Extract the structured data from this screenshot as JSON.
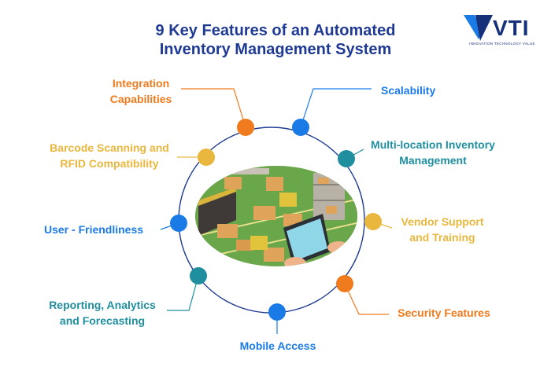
{
  "title": {
    "line1": "9 Key Features of an Automated",
    "line2": "Inventory Management System"
  },
  "logo": {
    "text": "VTI",
    "tagline": "INNOVATION TECHNOLOGY VALUE"
  },
  "colors": {
    "orange": "#f07a1e",
    "blue": "#1a7ae6",
    "teal": "#1f8f9f",
    "yellow": "#e9b73d",
    "title": "#1f3a93",
    "ring": "#1f3a93"
  },
  "features": [
    {
      "label": "Integration Capabilities",
      "line1": "Integration",
      "line2": "Capabilities",
      "color": "orange"
    },
    {
      "label": "Scalability",
      "line1": "Scalability",
      "line2": "",
      "color": "blue"
    },
    {
      "label": "Barcode Scanning and RFID Compatibility",
      "line1": "Barcode Scanning and",
      "line2": "RFID Compatibility",
      "color": "yellow"
    },
    {
      "label": "Multi-location Inventory Management",
      "line1": "Multi-location Inventory",
      "line2": "Management",
      "color": "teal"
    },
    {
      "label": "User - Friendliness",
      "line1": "User - Friendliness",
      "line2": "",
      "color": "blue"
    },
    {
      "label": "Vendor Support and Training",
      "line1": "Vendor Support",
      "line2": "and Training",
      "color": "yellow"
    },
    {
      "label": "Reporting, Analytics and Forecasting",
      "line1": "Reporting, Analytics",
      "line2": "and Forecasting",
      "color": "teal"
    },
    {
      "label": "Security Features",
      "line1": "Security Features",
      "line2": "",
      "color": "orange"
    },
    {
      "label": "Mobile Access",
      "line1": "Mobile Access",
      "line2": "",
      "color": "blue"
    }
  ],
  "center_image": "warehouse-illustration"
}
